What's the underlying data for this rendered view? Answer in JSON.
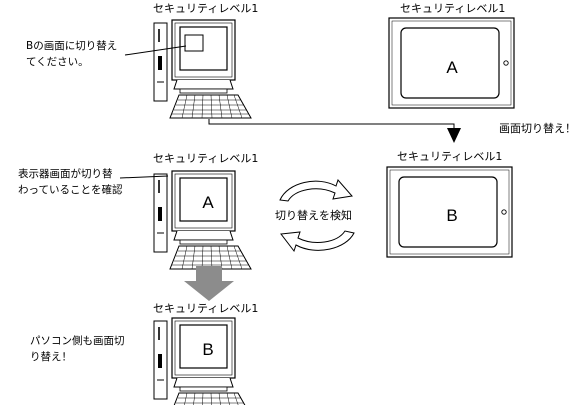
{
  "security_label": "セキュリティレベル1",
  "pc_top": {
    "note_line1": "Bの画面に切り替え",
    "note_line2": "てください。"
  },
  "panel_top": {
    "screen_letter": "A"
  },
  "switch_label": "画面切り替え！",
  "pc_middle": {
    "screen_letter": "A",
    "note_line1": "表示器画面が切り替",
    "note_line2": "わっていることを確認"
  },
  "detect_label": "切り替えを検知",
  "panel_middle": {
    "screen_letter": "B"
  },
  "pc_bottom": {
    "screen_letter": "B",
    "note_line1": "パソコン側も画面切",
    "note_line2": "り替え！"
  }
}
